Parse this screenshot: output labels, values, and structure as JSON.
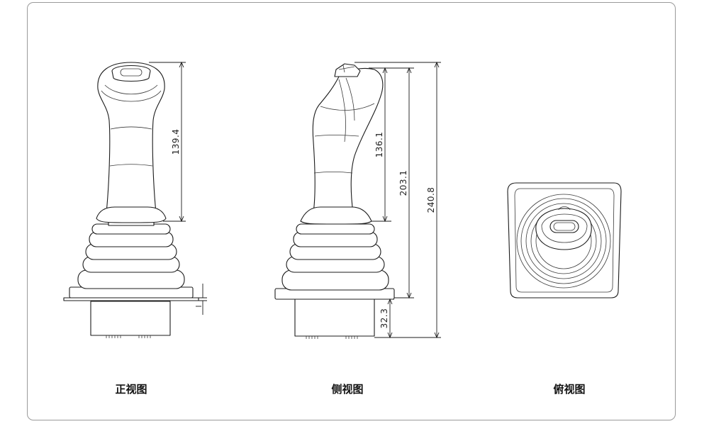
{
  "views": {
    "front": {
      "label": "正视图",
      "dims": [
        "139.4"
      ]
    },
    "side": {
      "label": "侧视图",
      "dims": [
        "136.1",
        "203.1",
        "240.8",
        "32.3"
      ]
    },
    "top": {
      "label": "俯视图"
    }
  },
  "colors": {
    "line": "#1b1b1b",
    "frame": "#9a9a9a",
    "background": "#ffffff"
  }
}
